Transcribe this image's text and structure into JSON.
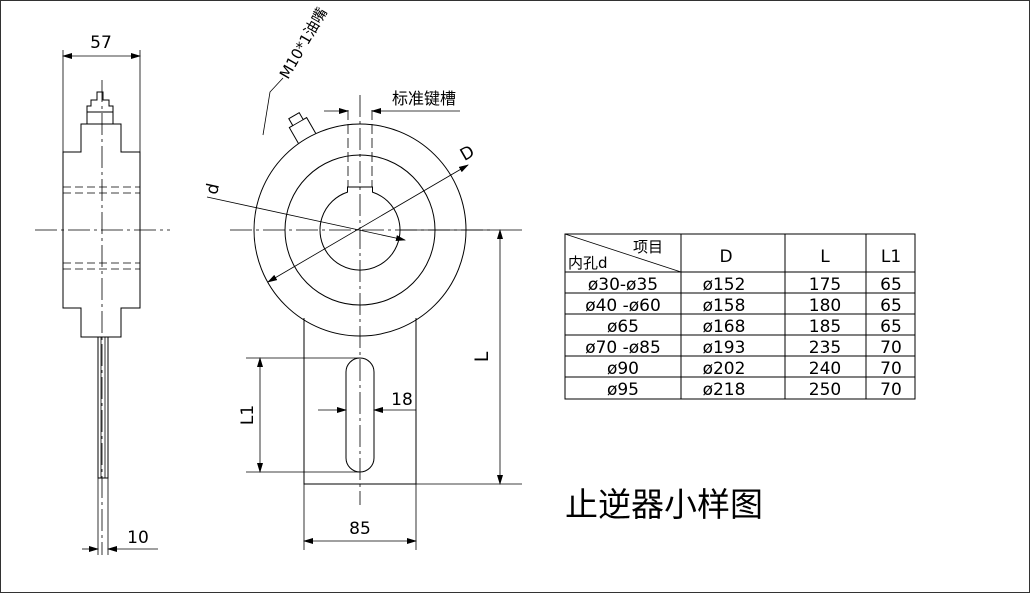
{
  "dimensions": {
    "side_width": "57",
    "side_shaft": "10",
    "thread_note": "M10*1油嘴",
    "keyway_note": "标准键槽",
    "bore_d": "d",
    "outer_D": "D",
    "length_L": "L",
    "length_L1": "L1",
    "slot_width": "18",
    "plate_width": "85"
  },
  "table": {
    "header_corner_top": "项目",
    "header_corner_bottom": "内孔d",
    "columns": [
      "D",
      "L",
      "L1"
    ],
    "rows": [
      {
        "bore": "ø30-ø35",
        "D": "ø152",
        "L": "175",
        "L1": "65"
      },
      {
        "bore": "ø40 -ø60",
        "D": "ø158",
        "L": "180",
        "L1": "65"
      },
      {
        "bore": "ø65",
        "D": "ø168",
        "L": "185",
        "L1": "65"
      },
      {
        "bore": "ø70 -ø85",
        "D": "ø193",
        "L": "235",
        "L1": "70"
      },
      {
        "bore": "ø90",
        "D": "ø202",
        "L": "240",
        "L1": "70"
      },
      {
        "bore": "ø95",
        "D": "ø218",
        "L": "250",
        "L1": "70"
      }
    ]
  },
  "title": "止逆器小样图"
}
